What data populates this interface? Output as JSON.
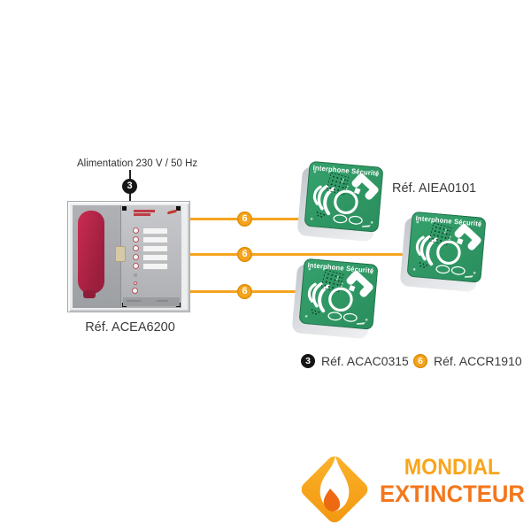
{
  "colors": {
    "cable_orange": "#F5A41F",
    "badge_black": "#161616",
    "intercom_green": "#2F9A66",
    "handset_red": "#A82340",
    "brand_yellow": "#F9A51B",
    "brand_orange": "#F4771C",
    "label_text": "#3A3A3A"
  },
  "power": {
    "label": "Alimentation 230 V / 50 Hz",
    "badge": "3"
  },
  "control_panel": {
    "ref_label": "Réf. ACEA6200"
  },
  "intercom": {
    "ref_label": "Réf. AIEA0101",
    "face_title": "Interphone Sécurité",
    "unit_count": 3
  },
  "cables": {
    "badge": "6",
    "count": 3
  },
  "legend": {
    "items": [
      {
        "badge": "3",
        "label": "Réf. ACAC0315"
      },
      {
        "badge": "6",
        "label": "Réf. ACCR1910"
      }
    ]
  },
  "brand": {
    "line1": "MONDIAL",
    "line2": "EXTINCTEUR"
  }
}
